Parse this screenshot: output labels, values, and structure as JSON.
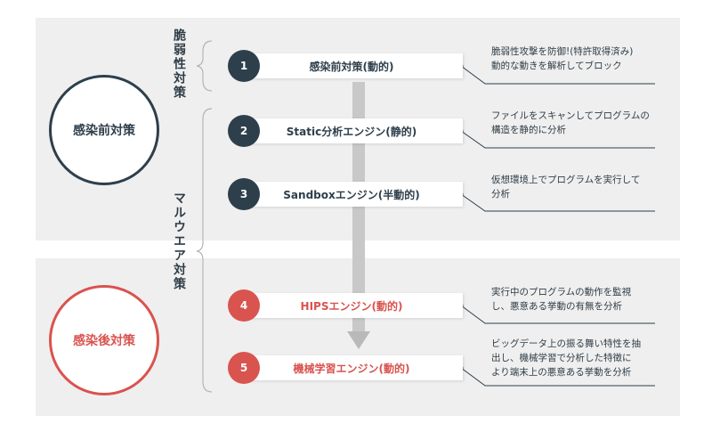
{
  "phases": {
    "pre": "感染前対策",
    "post": "感染後対策"
  },
  "groups": {
    "vulnerability": "脆弱性対策",
    "malware": "マルウエア対策"
  },
  "steps": [
    {
      "num": "1",
      "label": "感染前対策(動的)",
      "desc": [
        "脆弱性攻撃を防御!(特許取得済み)",
        "動的な動きを解析してブロック"
      ]
    },
    {
      "num": "2",
      "label": "Static分析エンジン(静的)",
      "desc": [
        "ファイルをスキャンしてプログラムの",
        "構造を静的に分析"
      ]
    },
    {
      "num": "3",
      "label": "Sandboxエンジン(半動的)",
      "desc": [
        "仮想環境上でプログラムを実行して",
        "分析"
      ]
    },
    {
      "num": "4",
      "label": "HIPSエンジン(動的)",
      "desc": [
        "実行中のプログラムの動作を監視",
        "し、悪意ある挙動の有無を分析"
      ]
    },
    {
      "num": "5",
      "label": "機械学習エンジン(動的)",
      "desc": [
        "ビッグデータ上の振る舞い特性を抽",
        "出し、機械学習で分析した特徴に",
        "より端末上の悪意ある挙動を分析"
      ]
    }
  ],
  "colors": {
    "navy": "#2e3f4c",
    "red": "#d9534f",
    "panel": "#efefef",
    "arrow": "#c8c8c8"
  }
}
